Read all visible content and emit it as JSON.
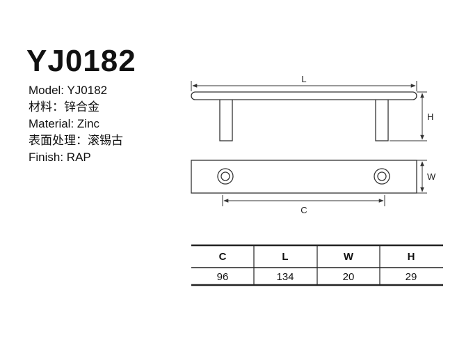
{
  "product": {
    "title": "YJ0182",
    "specs": [
      "Model: YJ0182",
      "材料：锌合金",
      "Material: Zinc",
      "表面处理：滚锡古",
      "Finish: RAP"
    ]
  },
  "drawing": {
    "labels": {
      "length": "L",
      "height": "H",
      "width": "W",
      "center": "C"
    }
  },
  "table": {
    "headers": [
      "C",
      "L",
      "W",
      "H"
    ],
    "values": [
      "96",
      "134",
      "20",
      "29"
    ]
  }
}
